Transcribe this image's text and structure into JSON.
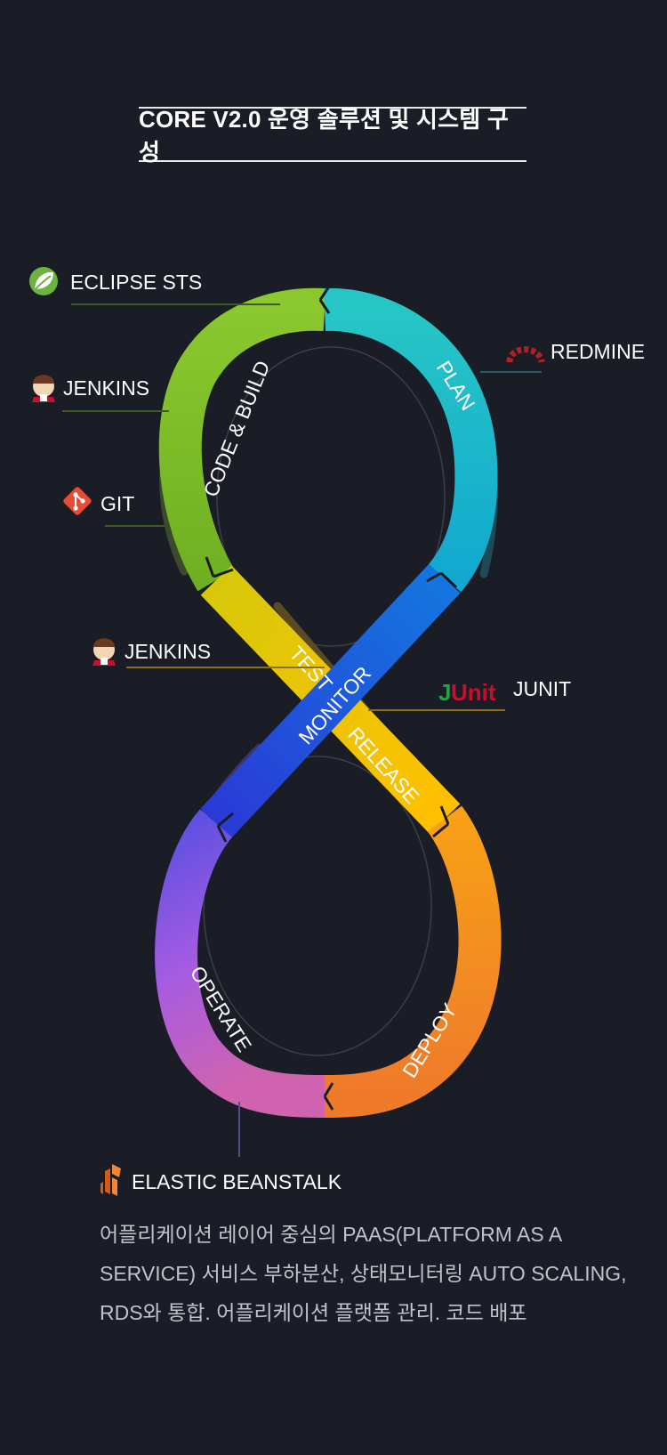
{
  "header": {
    "title": "CORE V2.0 운영 솔루션 및 시스템 구성"
  },
  "stages": {
    "code_build": "CODE & BUILD",
    "plan": "PLAN",
    "test": "TEST",
    "monitor": "MONITOR",
    "release": "RELEASE",
    "operate": "OPERATE",
    "deploy": "DEPLOY"
  },
  "tools": {
    "eclipse_sts": "ECLIPSE STS",
    "jenkins_top": "JENKINS",
    "git": "GIT",
    "jenkins_test": "JENKINS",
    "redmine": "REDMINE",
    "junit_logo": "JUnit",
    "junit": "JUNIT",
    "elastic_beanstalk": "ELASTIC BEANSTALK"
  },
  "description": "어플리케이션 레이어 중심의 PAAS(PLATFORM AS A SERVICE) 서비스 부하분산, 상태모니터링 AUTO SCALING, RDS와 통합. 어플리케이션 플랫폼 관리. 코드 배포",
  "icons": [
    "spring-leaf-icon",
    "jenkins-icon",
    "git-icon",
    "redmine-icon",
    "junit-logo",
    "aws-beanstalk-icon"
  ],
  "colors": {
    "background": "#1a1d25",
    "code_build": "#7cc12b",
    "plan": "#1cc0c9",
    "monitor": "#0b3fd9",
    "test_release": "#ffc000",
    "deploy": "#f57f1d",
    "operate": "#a155e0",
    "junit_red": "#c8102e",
    "junit_green": "#25a245"
  }
}
